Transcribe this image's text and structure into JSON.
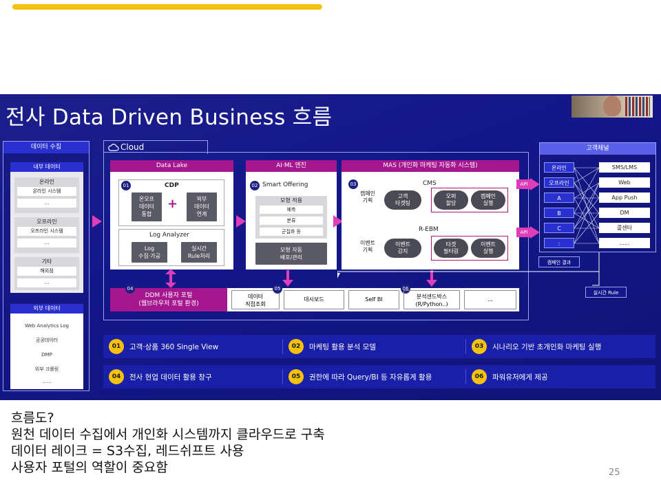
{
  "slide": {
    "title": "전사 Data Driven Business 흐름",
    "collection": {
      "header": "데이터 수집",
      "internal": "내부 데이터",
      "online": "온라인",
      "online_sys": "온라인 시스템",
      "offline": "오프라인",
      "offline_sys": "오프라인 시스템",
      "etc": "기타",
      "overseas": "해외점",
      "dots": "...",
      "external": "외부 데이터",
      "ext_items": [
        "Web Analytics Log",
        "공공데이터",
        "DMP",
        "외부 크롤링",
        "......"
      ]
    },
    "cloud": {
      "label": "Cloud",
      "datalake": {
        "header": "Data Lake",
        "cdp": "CDP",
        "num": "01",
        "onoff": "온오프\n데이터\n통합",
        "plus": "+",
        "external": "외부\n데이터\n연계",
        "log_title": "Log Analyzer",
        "log_collect": "Log\n수집·가공",
        "rule": "실시간\nRule처리"
      },
      "aiml": {
        "header": "AI·ML 엔진",
        "num": "02",
        "title": "Smart Offering",
        "model_apply": "모형 적용",
        "predict": "예측",
        "classify": "분류",
        "cluster": "군집화 등",
        "deploy": "모형 자동\n배포/관리"
      },
      "mas": {
        "header": "MAS (개인화 마케팅 자동화 시스템)",
        "num": "03",
        "cms": "CMS",
        "campaign_plan": "캠페인\n기획",
        "customer_target": "고객\n타겟팅",
        "offer_assign": "오퍼\n할당",
        "campaign_exec": "캠페인\n실행",
        "rebm": "R-EBM",
        "event_plan": "이벤트\n기획",
        "event_detect": "이벤트\n감지",
        "target_filter": "타겟\n필터링",
        "event_exec": "이벤트\n실행",
        "api": "API"
      },
      "ddm": {
        "num04": "04",
        "portal": "DDM 사용자 포털\n(웹브라우저 포털 환경)",
        "num05": "05",
        "data_query": "데이터\n직접조회",
        "dashboard": "대시보드",
        "selfbi": "Self BI",
        "num06": "06",
        "sandbox": "분석샌드박스\n(R/Python..)",
        "more": "..."
      }
    },
    "channels": {
      "header": "고객채널",
      "left": [
        "온라인",
        "오프라인",
        "A",
        "B",
        "C",
        ":"
      ],
      "right": [
        "SMS/LMS",
        "Web",
        "App Push",
        "DM",
        "콜센터",
        "......"
      ],
      "campaign_result": "캠페인 결과",
      "realtime_rule": "실시간 Rule"
    },
    "benefits": [
      {
        "num": "01",
        "text": "고객·상품 360 Single View"
      },
      {
        "num": "02",
        "text": "마케팅 활용 분석 모델"
      },
      {
        "num": "03",
        "text": "시나리오 기반 초개인화 마케팅 실행"
      },
      {
        "num": "04",
        "text": "전사 현업 데이터 활용 창구"
      },
      {
        "num": "05",
        "text": "권한에 따라 Query/BI 등 자유롭게 활용"
      },
      {
        "num": "06",
        "text": "파워유저에게 제공"
      }
    ]
  },
  "notes": {
    "line1": "흐름도?",
    "line2": "원천 데이터 수집에서 개인화 시스템까지 클라우드로 구축",
    "line3": "데이터 레이크 = S3수집, 레드쉬프트 사용",
    "line4": "사용자 포털의 역할이 중요함"
  },
  "page_number": "25",
  "colors": {
    "accent_yellow": "#f4c20d",
    "slide_blue": "#14178a",
    "magenta": "#a6168e"
  }
}
